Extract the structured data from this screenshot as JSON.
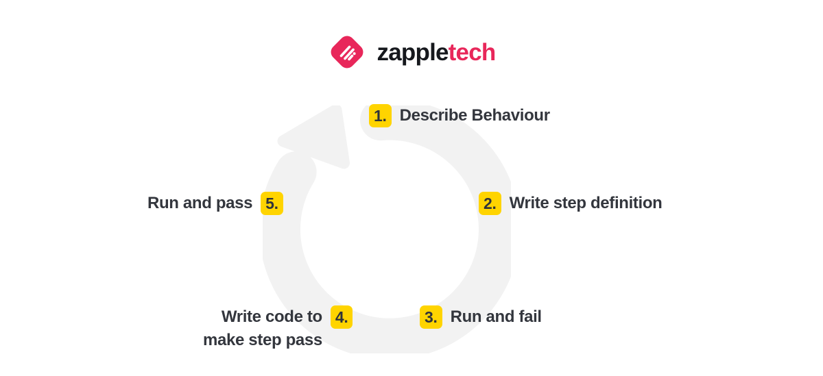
{
  "brand": {
    "logo_icon": "zappletech-diamond-percent-icon",
    "name_part1": "zapple",
    "name_part2": "tech",
    "mark_color": "#e8275a",
    "word_color_primary": "#16181d",
    "word_color_accent": "#e8275a"
  },
  "diagram": {
    "type": "cycle",
    "title": "",
    "ring_icon": "circular-arrow-clockwise-icon",
    "ring_color": "#f2f2f2",
    "badge_color": "#ffd400",
    "text_color": "#33363d",
    "steps": [
      {
        "number": "1.",
        "label": "Describe Behaviour",
        "label_line2": "",
        "position": "top",
        "badge_side": "left"
      },
      {
        "number": "2.",
        "label": "Write step definition",
        "label_line2": "",
        "position": "right",
        "badge_side": "left"
      },
      {
        "number": "3.",
        "label": "Run and fail",
        "label_line2": "",
        "position": "bottom-right",
        "badge_side": "left"
      },
      {
        "number": "4.",
        "label": "Write code to",
        "label_line2": "make step pass",
        "position": "bottom-left",
        "badge_side": "right"
      },
      {
        "number": "5.",
        "label": "Run and pass",
        "label_line2": "",
        "position": "left",
        "badge_side": "right"
      }
    ]
  }
}
